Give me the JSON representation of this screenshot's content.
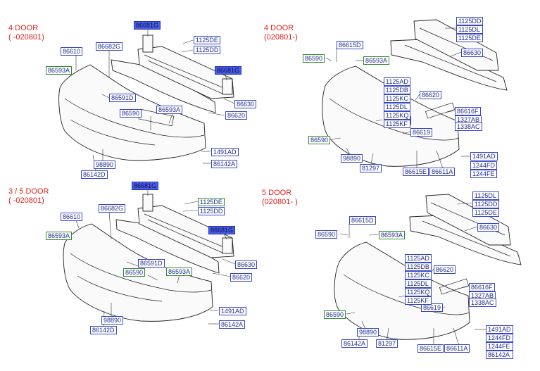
{
  "panels": [
    {
      "id": "p1",
      "header": [
        "4 DOOR",
        "( -020801)"
      ],
      "labels": [
        {
          "text": "86681G",
          "style": "filled"
        },
        {
          "text": "86610",
          "style": "blue"
        },
        {
          "text": "86682G",
          "style": "blue"
        },
        {
          "text": "1125DE",
          "style": "blue"
        },
        {
          "text": "1125DD",
          "style": "blue"
        },
        {
          "text": "86593A",
          "style": "green"
        },
        {
          "text": "86681G",
          "style": "filled"
        },
        {
          "text": "86591D",
          "style": "blue"
        },
        {
          "text": "86590",
          "style": "blue"
        },
        {
          "text": "86593A",
          "style": "blue"
        },
        {
          "text": "86630",
          "style": "blue"
        },
        {
          "text": "86620",
          "style": "blue"
        },
        {
          "text": "1491AD",
          "style": "blue"
        },
        {
          "text": "98890",
          "style": "blue"
        },
        {
          "text": "86142A",
          "style": "blue"
        },
        {
          "text": "86142D",
          "style": "blue"
        }
      ]
    },
    {
      "id": "p2",
      "header": [
        "4 DOOR",
        "(020801-)"
      ],
      "labels": [
        {
          "text": "86615D",
          "style": "blue"
        },
        {
          "text": "86590",
          "style": "green"
        },
        {
          "text": "86593A",
          "style": "green"
        },
        {
          "text": "86630",
          "style": "blue"
        },
        {
          "text": "86620",
          "style": "blue"
        },
        {
          "text": "86616F",
          "style": "blue"
        },
        {
          "text": "1327AB",
          "style": "blue"
        },
        {
          "text": "1338AC",
          "style": "blue"
        },
        {
          "text": "86590",
          "style": "blue"
        },
        {
          "text": "86619",
          "style": "blue"
        },
        {
          "text": "86590",
          "style": "green"
        },
        {
          "text": "1491AD",
          "style": "blue"
        },
        {
          "text": "98890",
          "style": "blue"
        },
        {
          "text": "81297",
          "style": "blue"
        },
        {
          "text": "86615E",
          "style": "blue"
        },
        {
          "text": "86611A",
          "style": "blue"
        }
      ],
      "stacks": [
        [
          "1125DD",
          "1125DL",
          "1125DE"
        ],
        [
          "1125AD",
          "1125DB",
          "1125KC",
          "1125DL",
          "1125KQ",
          "1125KF"
        ],
        [
          "1244FD",
          "1244FE"
        ]
      ]
    },
    {
      "id": "p3",
      "header": [
        "3 / 5 DOOR",
        "( -020801)"
      ],
      "labels": [
        {
          "text": "86681G",
          "style": "filled"
        },
        {
          "text": "86610",
          "style": "blue"
        },
        {
          "text": "86682G",
          "style": "blue"
        },
        {
          "text": "1125DE",
          "style": "green"
        },
        {
          "text": "1125DD",
          "style": "blue"
        },
        {
          "text": "86593A",
          "style": "green"
        },
        {
          "text": "86681G",
          "style": "filled"
        },
        {
          "text": "86591D",
          "style": "blue"
        },
        {
          "text": "86590",
          "style": "green"
        },
        {
          "text": "86593A",
          "style": "green"
        },
        {
          "text": "86630",
          "style": "blue"
        },
        {
          "text": "86620",
          "style": "blue"
        },
        {
          "text": "1491AD",
          "style": "blue"
        },
        {
          "text": "98890",
          "style": "blue"
        },
        {
          "text": "86142A",
          "style": "blue"
        },
        {
          "text": "86142D",
          "style": "blue"
        }
      ]
    },
    {
      "id": "p4",
      "header": [
        "5 DOOR",
        "(020801- )"
      ],
      "labels": [
        {
          "text": "86615D",
          "style": "blue"
        },
        {
          "text": "86590",
          "style": "blue"
        },
        {
          "text": "86593A",
          "style": "green"
        },
        {
          "text": "86630",
          "style": "blue"
        },
        {
          "text": "86620",
          "style": "blue"
        },
        {
          "text": "86616F",
          "style": "blue"
        },
        {
          "text": "1327AB",
          "style": "blue"
        },
        {
          "text": "1338AC",
          "style": "blue"
        },
        {
          "text": "86590",
          "style": "blue"
        },
        {
          "text": "86619",
          "style": "blue"
        },
        {
          "text": "86590",
          "style": "green"
        },
        {
          "text": "98890",
          "style": "blue"
        },
        {
          "text": "86142A",
          "style": "blue"
        },
        {
          "text": "81297",
          "style": "blue"
        },
        {
          "text": "86615E",
          "style": "blue"
        },
        {
          "text": "86611A",
          "style": "blue"
        }
      ],
      "stacks": [
        [
          "1125DL",
          "1125DD",
          "1125DE"
        ],
        [
          "1125AD",
          "1125DB",
          "1125KC",
          "1125DL",
          "1125KQ",
          "1125KF"
        ],
        [
          "1491AD",
          "1244FD",
          "1244FE",
          "86142A"
        ]
      ]
    }
  ]
}
